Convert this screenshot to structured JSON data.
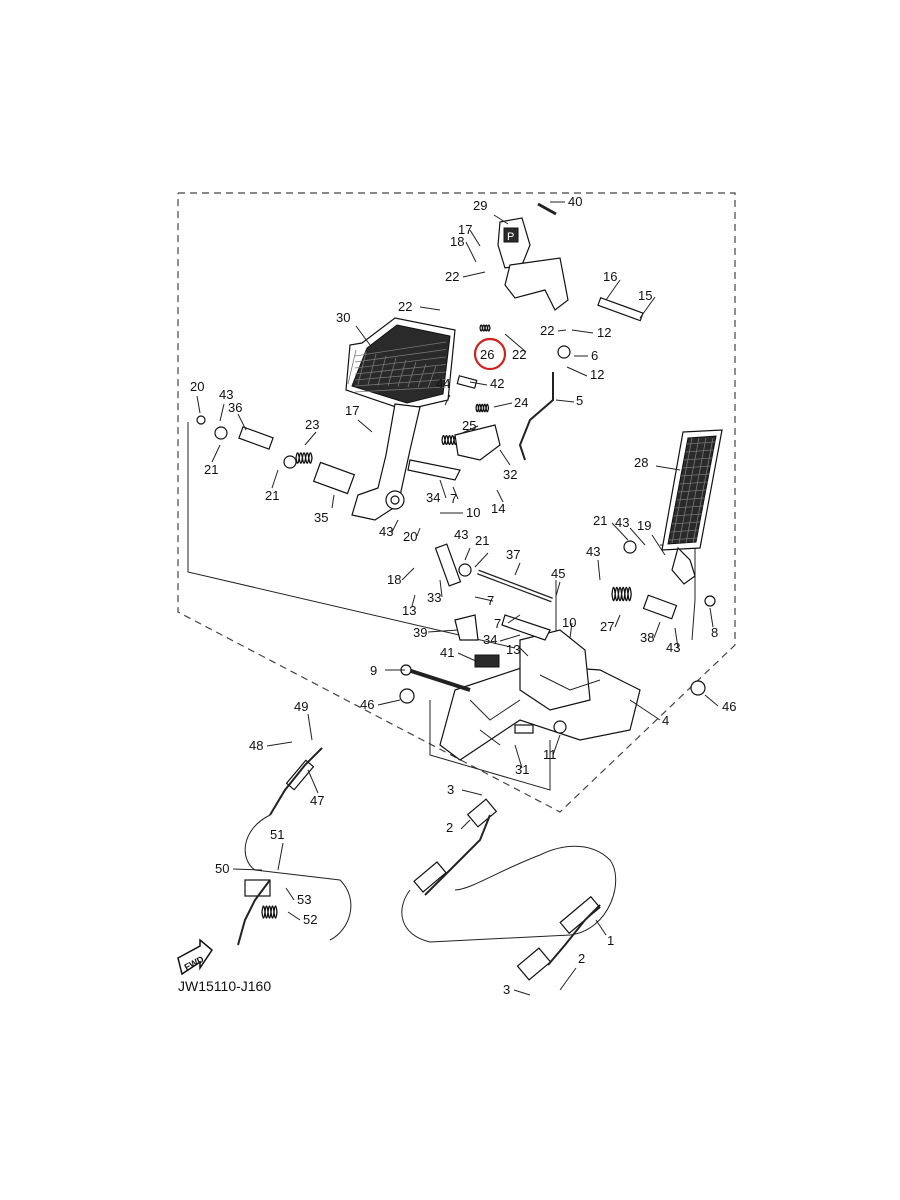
{
  "diagram_code": "JW15110-J160",
  "fwd_label": "FWD",
  "highlighted_part": "26",
  "labels": {
    "l1": "1",
    "l2a": "2",
    "l2b": "2",
    "l3a": "3",
    "l3b": "3",
    "l4": "4",
    "l5": "5",
    "l6": "6",
    "l7a": "7",
    "l7b": "7",
    "l7c": "7",
    "l8": "8",
    "l9": "9",
    "l10a": "10",
    "l10b": "10",
    "l11": "11",
    "l12a": "12",
    "l12b": "12",
    "l13a": "13",
    "l13b": "13",
    "l14": "14",
    "l15": "15",
    "l16": "16",
    "l17a": "17",
    "l17b": "17",
    "l18a": "18",
    "l18b": "18",
    "l19": "19",
    "l20a": "20",
    "l20b": "20",
    "l21a": "21",
    "l21b": "21",
    "l21c": "21",
    "l21d": "21",
    "l22a": "22",
    "l22b": "22",
    "l22c": "22",
    "l22d": "22",
    "l23": "23",
    "l24": "24",
    "l25": "25",
    "l26": "26",
    "l27": "27",
    "l28": "28",
    "l29": "29",
    "l30": "30",
    "l31": "31",
    "l32": "32",
    "l33": "33",
    "l34a": "34",
    "l34b": "34",
    "l35": "35",
    "l36": "36",
    "l37": "37",
    "l38": "38",
    "l39": "39",
    "l40": "40",
    "l41": "41",
    "l42": "42",
    "l43a": "43",
    "l43b": "43",
    "l43c": "43",
    "l43d": "43",
    "l43e": "43",
    "l43f": "43",
    "l44": "44",
    "l45": "45",
    "l46a": "46",
    "l46b": "46",
    "l47": "47",
    "l48": "48",
    "l49": "49",
    "l50": "50",
    "l51": "51",
    "l52": "52",
    "l53": "53"
  },
  "colors": {
    "highlight": "#d02020",
    "line": "#222222",
    "background": "#ffffff"
  }
}
